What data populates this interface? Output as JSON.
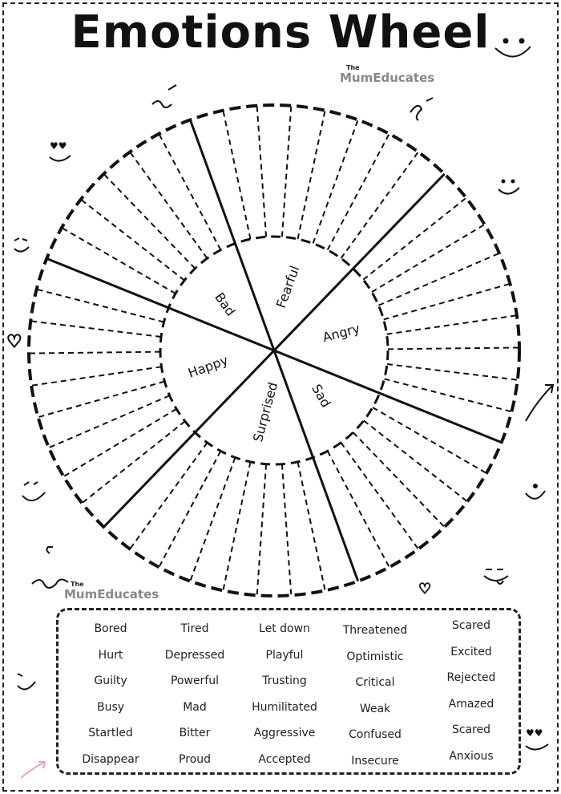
{
  "title": "Emotions Wheel",
  "logo": {
    "small": "The",
    "text": "MumEducates"
  },
  "wheel": {
    "categories": [
      "Bad",
      "Fearful",
      "Angry",
      "Sad",
      "Surprised",
      "Happy"
    ]
  },
  "word_bank": [
    [
      "Bored",
      "Hurt",
      "Guilty",
      "Busy",
      "Startled",
      "Disappear"
    ],
    [
      "Tired",
      "Depressed",
      "Powerful",
      "Mad",
      "Bitter",
      "Proud"
    ],
    [
      "Let down",
      "Playful",
      "Trusting",
      "Humilitated",
      "Aggressive",
      "Accepted"
    ],
    [
      "Threatened",
      "Optimistic",
      "Critical",
      "Weak",
      "Confused",
      "Insecure"
    ],
    [
      "Scared",
      "Excited",
      "Rejected",
      "Amazed",
      "Scared",
      "Anxious"
    ]
  ],
  "decorations": [
    "smiley-icon",
    "heart-eyes-icon",
    "wink-icon",
    "heart-icon",
    "arrow-icon",
    "tongue-face-icon",
    "squiggle-icon"
  ]
}
